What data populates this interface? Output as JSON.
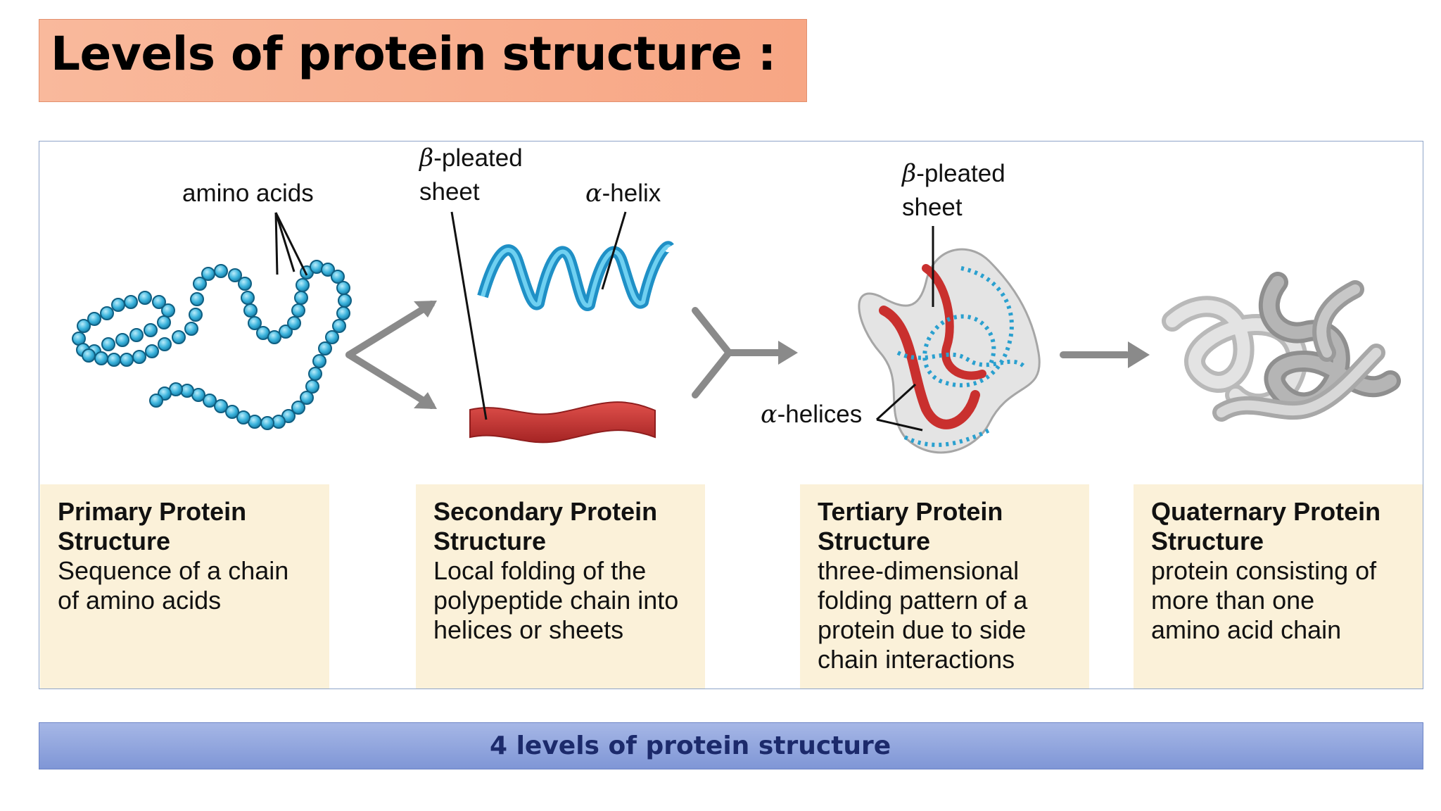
{
  "title": "Levels of protein structure :",
  "labels": {
    "amino_acids": "amino acids",
    "beta_sheet_1_symbol": "β",
    "beta_sheet_1_text": "-pleated",
    "beta_sheet_1_line2": "sheet",
    "alpha_helix_symbol": "α",
    "alpha_helix_text": "-helix",
    "beta_sheet_2_symbol": "β",
    "beta_sheet_2_text": "-pleated",
    "beta_sheet_2_line2": "sheet",
    "alpha_helices_symbol": "α",
    "alpha_helices_text": "-helices"
  },
  "levels": [
    {
      "title_line1": "Primary Protein",
      "title_line2": "Structure",
      "desc": [
        "Sequence of a chain",
        "of amino acids"
      ]
    },
    {
      "title_line1": "Secondary Protein",
      "title_line2": "Structure",
      "desc": [
        "Local folding of the",
        "polypeptide chain into",
        "helices or sheets"
      ]
    },
    {
      "title_line1": "Tertiary Protein",
      "title_line2": "Structure",
      "desc": [
        "three-dimensional",
        "folding pattern of a",
        "protein due to side",
        "chain interactions"
      ]
    },
    {
      "title_line1": "Quaternary Protein",
      "title_line2": "Structure",
      "desc": [
        "protein consisting of",
        "more than one",
        "amino acid chain"
      ]
    }
  ],
  "caption": "4 levels of protein structure",
  "colors": {
    "title_bg": "#f7a684",
    "card_bg": "#fbf1d9",
    "bead": "#3ab3dc",
    "helix": "#29a8db",
    "sheet": "#c8302f",
    "arrow": "#8a8a8a",
    "caption_bg": "#8ea2dc",
    "caption_text": "#1c2a6b"
  }
}
